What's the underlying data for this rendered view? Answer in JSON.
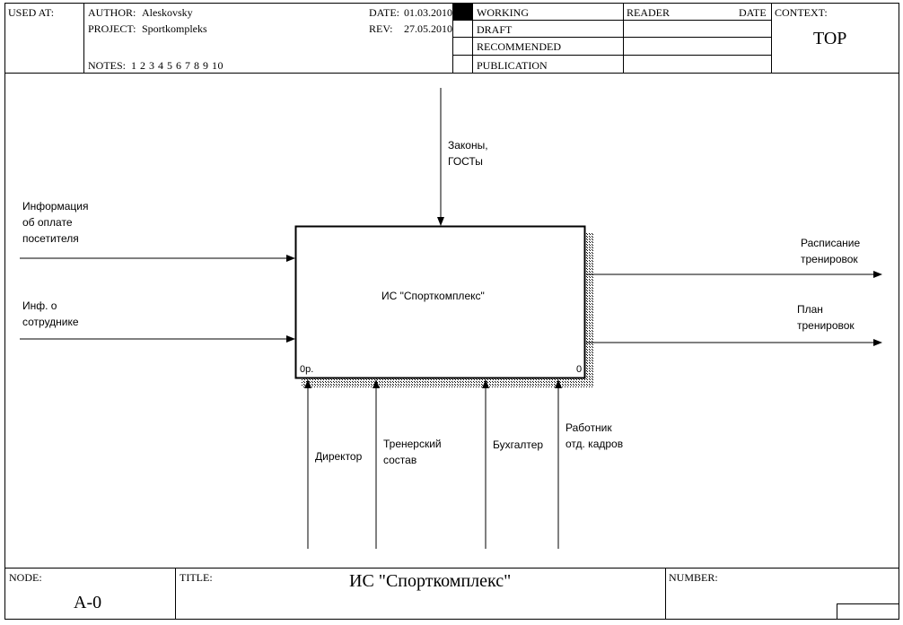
{
  "header": {
    "used_at_label": "USED AT:",
    "author_label": "AUTHOR:",
    "author": "Aleskovsky",
    "project_label": "PROJECT:",
    "project": "Sportkompleks",
    "notes_label": "NOTES:",
    "notes": "1 2 3 4 5 6 7 8 9 10",
    "date_label": "DATE:",
    "date": "01.03.2010",
    "rev_label": "REV:",
    "rev": "27.05.2010",
    "status": [
      "WORKING",
      "DRAFT",
      "RECOMMENDED",
      "PUBLICATION"
    ],
    "reader_label": "READER",
    "reader_date_label": "DATE",
    "context_label": "CONTEXT:",
    "context_value": "TOP"
  },
  "diagram": {
    "box_title": "ИС \"Спорткомплекс\"",
    "box_left_code": "0р.",
    "box_right_code": "0",
    "control": "Законы,\nГОСТы",
    "inputs": [
      "Информация\nоб оплате\nпосетителя",
      "Инф. о\nсотруднике"
    ],
    "outputs": [
      "Расписание\nтренировок",
      "План\nтренировок"
    ],
    "mechanisms": [
      "Директор",
      "Тренерский\nсостав",
      "Бухгалтер",
      "Работник\nотд. кадров"
    ]
  },
  "footer": {
    "node_label": "NODE:",
    "node": "A-0",
    "title_label": "TITLE:",
    "title": "ИС \"Спорткомплекс\"",
    "number_label": "NUMBER:"
  }
}
